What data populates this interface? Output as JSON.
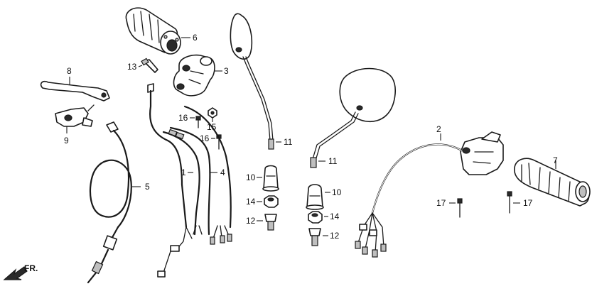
{
  "diagram": {
    "callouts": {
      "c1": "1",
      "c2": "2",
      "c3": "3",
      "c4": "4",
      "c5": "5",
      "c6": "6",
      "c7": "7",
      "c8": "8",
      "c9": "9",
      "c10a": "10",
      "c10b": "10",
      "c11a": "11",
      "c11b": "11",
      "c12a": "12",
      "c12b": "12",
      "c13": "13",
      "c14a": "14",
      "c14b": "14",
      "c15": "15",
      "c16a": "16",
      "c16b": "16",
      "c17a": "17",
      "c17b": "17"
    },
    "direction_label": "FR.",
    "colors": {
      "ink": "#1a1a1a",
      "background": "#ffffff"
    }
  }
}
